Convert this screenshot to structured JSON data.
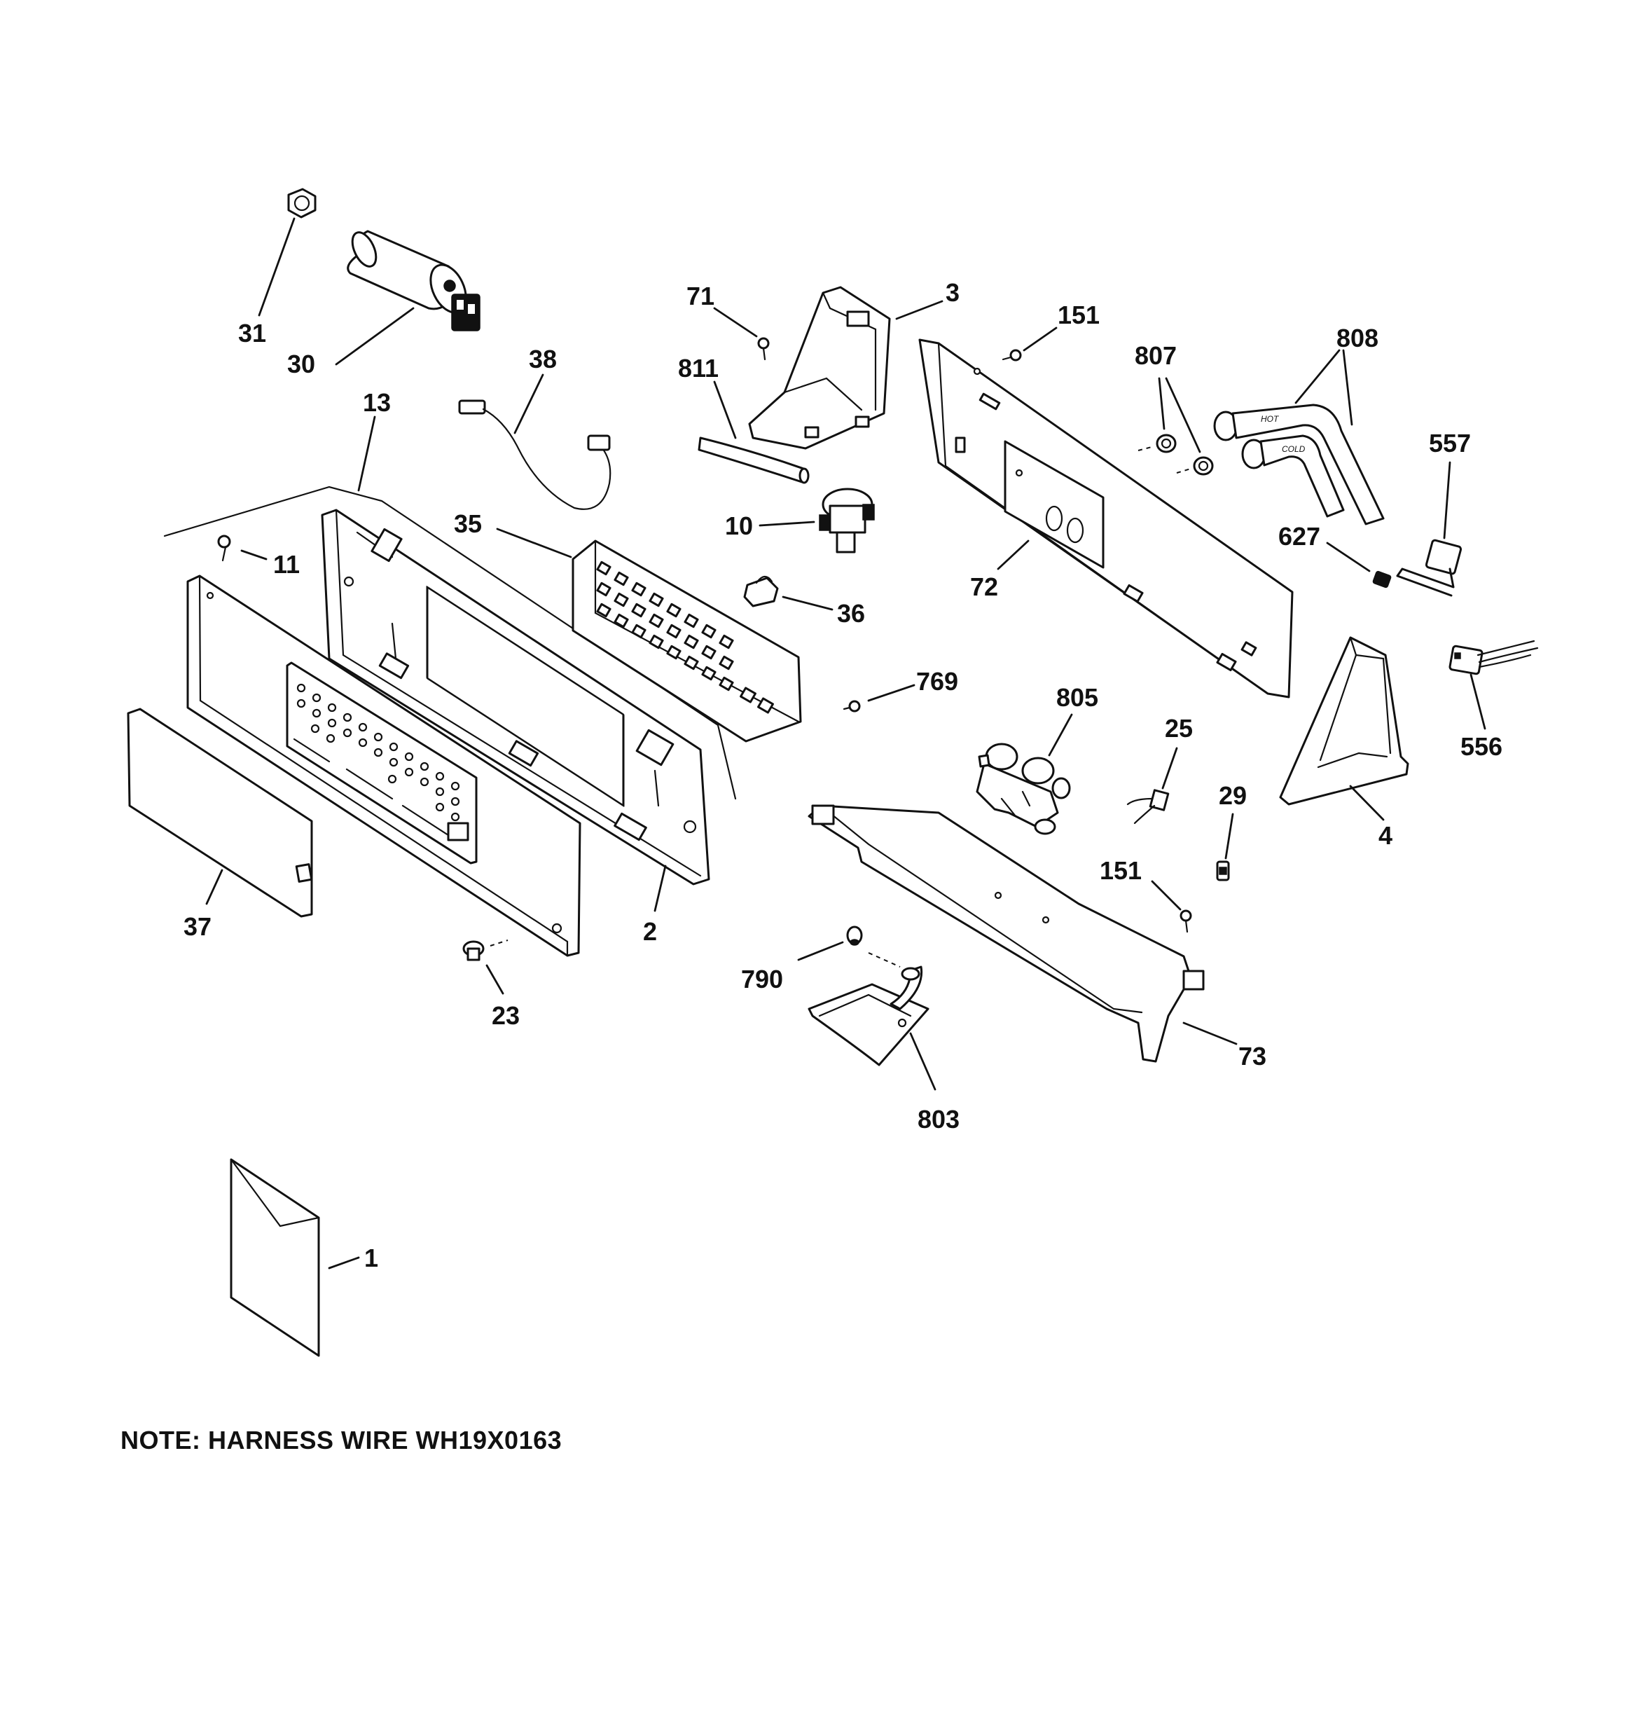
{
  "callouts": {
    "c31": "31",
    "c30": "30",
    "c38": "38",
    "c13": "13",
    "c11": "11",
    "c35": "35",
    "c71": "71",
    "c3": "3",
    "c811": "811",
    "c10": "10",
    "c36": "36",
    "c151a": "151",
    "c807": "807",
    "c808": "808",
    "c557": "557",
    "c627": "627",
    "c72": "72",
    "c769": "769",
    "c805": "805",
    "c25": "25",
    "c29": "29",
    "c151b": "151",
    "c4": "4",
    "c556": "556",
    "c37": "37",
    "c2": "2",
    "c23": "23",
    "c790": "790",
    "c803": "803",
    "c73": "73",
    "c1": "1"
  },
  "hose_labels": {
    "hot": "HOT",
    "cold": "COLD"
  },
  "note": "NOTE: HARNESS WIRE WH19X0163"
}
